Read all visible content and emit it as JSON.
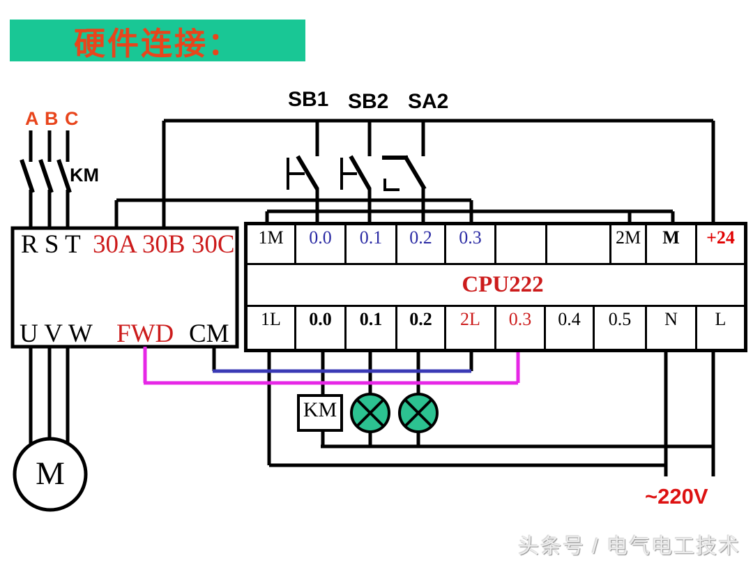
{
  "title": {
    "text": "硬件连接："
  },
  "colors": {
    "title_bg": "#19c795",
    "title_text": "#e8451c",
    "phase_label": "#e8451c",
    "red": "#cc1b1b",
    "blue_label": "#2929a3",
    "plus24_red": "#e00000",
    "lamp_fill": "#2cc291",
    "magenta_wire": "#e627e6",
    "blue_wire": "#3a3ab5",
    "v220_red": "#dd1111"
  },
  "power": {
    "phase_label": "A B C",
    "contactor_label": "KM"
  },
  "switch_labels": {
    "sb1": "SB1",
    "sb2": "SB2",
    "sa2": "SA2"
  },
  "drive_box": {
    "top_left": "R S T",
    "top_right": "30A 30B 30C",
    "bottom_left": "U V W",
    "bottom_mid": "FWD",
    "bottom_right": "CM"
  },
  "motor": {
    "label": "M"
  },
  "plc": {
    "cpu_label": "CPU222",
    "top_row": [
      {
        "label": "1M",
        "color": "#000000",
        "bold": false
      },
      {
        "label": "0.0",
        "color": "#2929a3",
        "bold": false
      },
      {
        "label": "0.1",
        "color": "#2929a3",
        "bold": false
      },
      {
        "label": "0.2",
        "color": "#2929a3",
        "bold": false
      },
      {
        "label": "0.3",
        "color": "#2929a3",
        "bold": false
      },
      {
        "label": "",
        "color": "#000000",
        "bold": false
      },
      {
        "label": "",
        "color": "#000000",
        "bold": false
      },
      {
        "label": "2M",
        "color": "#000000",
        "bold": false
      },
      {
        "label": "M",
        "color": "#000000",
        "bold": true
      },
      {
        "label": "+24",
        "color": "#e00000",
        "bold": true
      }
    ],
    "bottom_row": [
      {
        "label": "1L",
        "color": "#000000",
        "bold": false
      },
      {
        "label": "0.0",
        "color": "#000000",
        "bold": true
      },
      {
        "label": "0.1",
        "color": "#000000",
        "bold": true
      },
      {
        "label": "0.2",
        "color": "#000000",
        "bold": true
      },
      {
        "label": "2L",
        "color": "#cc1b1b",
        "bold": false
      },
      {
        "label": "0.3",
        "color": "#cc1b1b",
        "bold": false
      },
      {
        "label": "0.4",
        "color": "#000000",
        "bold": false
      },
      {
        "label": "0.5",
        "color": "#000000",
        "bold": false
      },
      {
        "label": "N",
        "color": "#000000",
        "bold": false
      },
      {
        "label": "L",
        "color": "#000000",
        "bold": false
      }
    ]
  },
  "output_circuit": {
    "contactor_coil_label": "KM",
    "supply_label": "~220V"
  },
  "watermark": {
    "text": "头条号 / 电气电工技术"
  }
}
